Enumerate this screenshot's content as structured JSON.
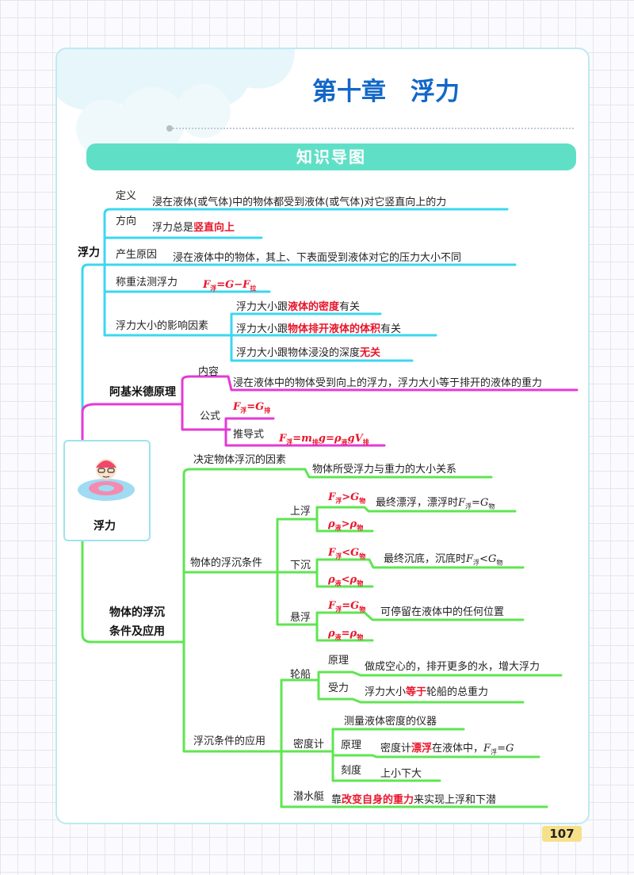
{
  "title": "第十章　浮力",
  "banner": "知识导图",
  "page_number": "107",
  "root": "浮力",
  "b1": {
    "label": "浮力",
    "def_label": "定义",
    "def_text": "浸在液体(或气体)中的物体都受到液体(或气体)对它竖直向上的力",
    "dir_label": "方向",
    "dir_pre": "浮力总是",
    "dir_red": "竖直向上",
    "cause_label": "产生原因",
    "cause_text": "浸在液体中的物体，其上、下表面受到液体对它的压力大小不同",
    "weigh_label": "称重法测浮力",
    "factor_label": "浮力大小的影响因素",
    "f1_pre": "浮力大小跟",
    "f1_red": "液体的密度",
    "f1_post": "有关",
    "f2_pre": "浮力大小跟",
    "f2_red": "物体排开液体的体积",
    "f2_post": "有关",
    "f3_pre": "浮力大小跟物体浸没的深度",
    "f3_red": "无关"
  },
  "b2": {
    "label": "阿基米德原理",
    "content_label": "内容",
    "content_text": "浸在液体中的物体受到向上的浮力，浮力大小等于排开的液体的重力",
    "formula_label": "公式",
    "derive_label": "推导式"
  },
  "b3": {
    "label1": "物体的浮沉",
    "label2": "条件及应用",
    "decide_label": "决定物体浮沉的因素",
    "decide_text": "物体所受浮力与重力的大小关系",
    "cond_label": "物体的浮沉条件",
    "up_label": "上浮",
    "up_text": "最终漂浮，漂浮时",
    "down_label": "下沉",
    "down_text": "最终沉底，沉底时",
    "susp_label": "悬浮",
    "susp_text": "可停留在液体中的任何位置",
    "app_label": "浮沉条件的应用",
    "ship_label": "轮船",
    "ship_p_label": "原理",
    "ship_p_text": "做成空心的，排开更多的水，增大浮力",
    "ship_f_label": "受力",
    "ship_f_pre": "浮力大小",
    "ship_f_red": "等于",
    "ship_f_post": "轮船的总重力",
    "dens_label": "密度计",
    "dens_t1": "测量液体密度的仪器",
    "dens_p_label": "原理",
    "dens_p_pre": "密度计",
    "dens_p_red": "漂浮",
    "dens_p_post": "在液体中，",
    "dens_s_label": "刻度",
    "dens_s_text": "上小下大",
    "sub_label": "潜水艇",
    "sub_pre": "靠",
    "sub_red": "改变自身的重力",
    "sub_post": "来实现上浮和下潜"
  }
}
